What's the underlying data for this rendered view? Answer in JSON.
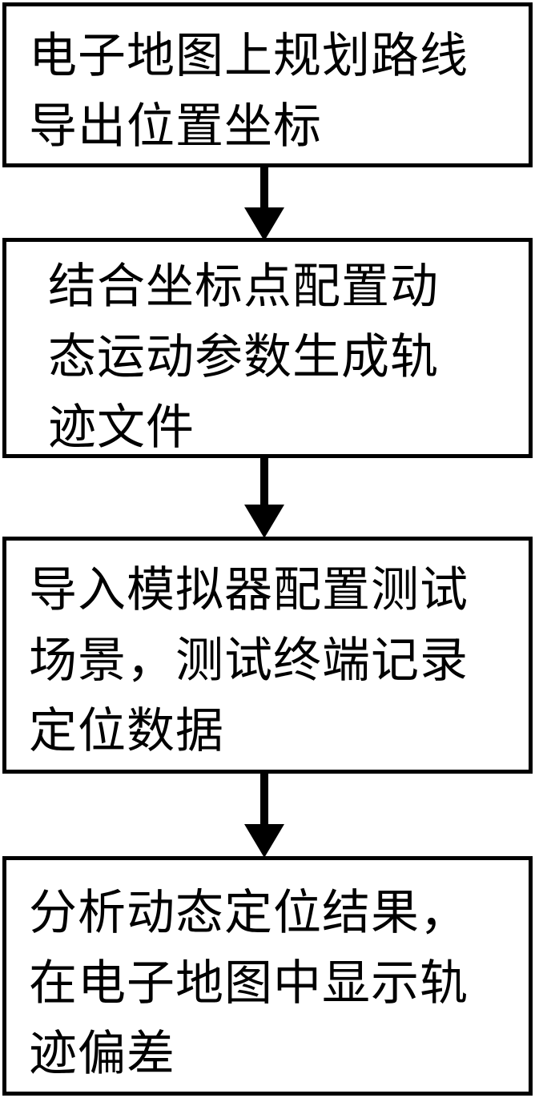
{
  "steps": [
    {
      "text": "电子地图上规划路线\n导出位置坐标"
    },
    {
      "text": "结合坐标点配置动\n态运动参数生成轨\n迹文件"
    },
    {
      "text": "导入模拟器配置测试\n场景，测试终端记录\n定位数据"
    },
    {
      "text": "分析动态定位结果，\n在电子地图中显示轨\n迹偏差"
    }
  ],
  "colors": {
    "stroke": "#000000",
    "background": "#ffffff"
  }
}
